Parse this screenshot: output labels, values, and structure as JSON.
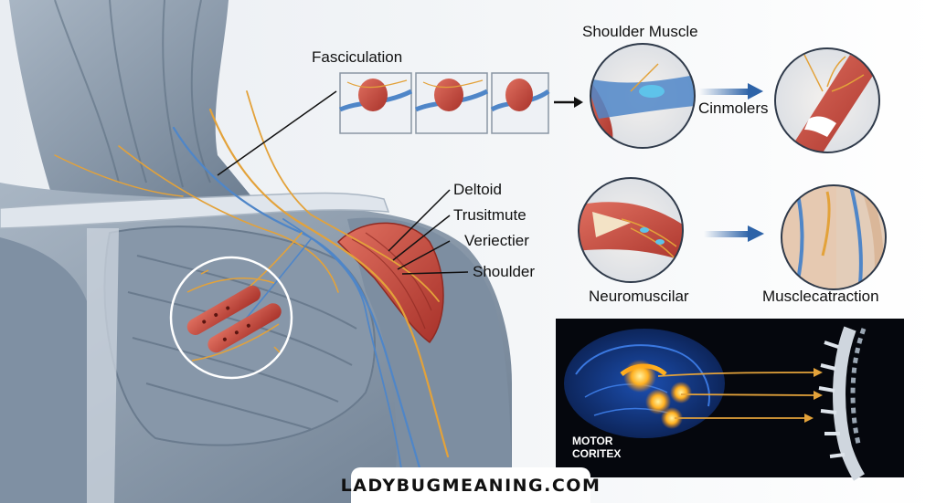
{
  "labels": {
    "fasciculation": "Fasciculation",
    "shoulder_muscle": "Shoulder Muscle",
    "cinmolers": "Cinmolers",
    "deltoid": "Deltoid",
    "trusitmute": "Trusitmute",
    "veriectier": "Veriectier",
    "shoulder": "Shoulder",
    "neuromuscular": "Neuromuscilar",
    "muscle_contraction": "Musclecatraction",
    "motor": "MOTOR",
    "coritex": "CORITEX"
  },
  "watermark": "LADYBUGMEANING.COM",
  "colors": {
    "muscle_gray": "#8a9aab",
    "muscle_red": "#c8453a",
    "nerve_orange": "#e3a23a",
    "nerve_blue": "#4f86c8",
    "arrow_blue": "#2d63a8",
    "brain_panel_bg": "#05070d"
  }
}
